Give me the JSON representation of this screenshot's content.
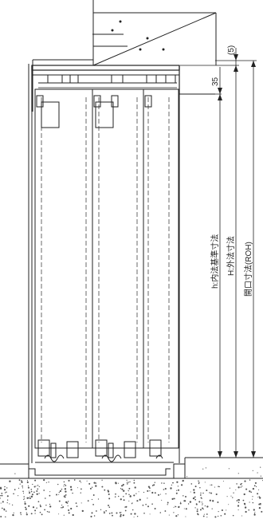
{
  "drawing": {
    "labels": {
      "gap_label": "(5)",
      "header_dim_label": "35",
      "inner_height_label": "h:内法基準寸法",
      "outer_height_label": "H:外法寸法",
      "opening_height_label": "開口寸法(ROH)"
    },
    "colors": {
      "line": "#222222",
      "dash": "#444444",
      "concrete_dot": "#555555"
    }
  }
}
